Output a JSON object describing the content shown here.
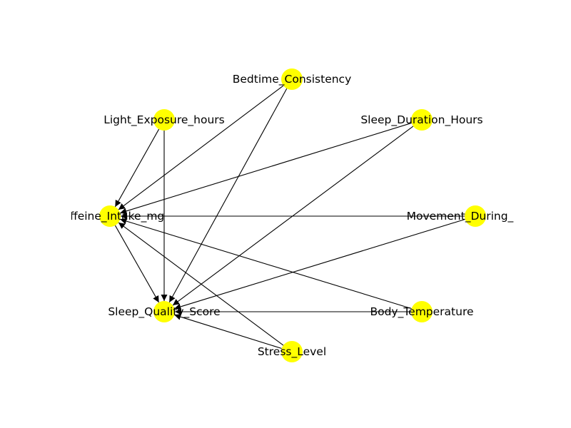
{
  "diagram": {
    "type": "directed-graph",
    "colors": {
      "node_fill": "#ffff00",
      "edge": "#000000",
      "label": "#000000",
      "background": "#ffffff"
    },
    "nodes": [
      {
        "id": "bedtime",
        "label": "Bedtime_Consistency"
      },
      {
        "id": "light",
        "label": "Light_Exposure_hours"
      },
      {
        "id": "duration",
        "label": "Sleep_Duration_Hours"
      },
      {
        "id": "caffeine",
        "label": "Caffeine_Intake_mg"
      },
      {
        "id": "movement",
        "label": "Movement_During_Sleep"
      },
      {
        "id": "quality",
        "label": "Sleep_Quality_Score"
      },
      {
        "id": "bodytemp",
        "label": "Body_Temperature"
      },
      {
        "id": "stress",
        "label": "Stress_Level"
      }
    ],
    "edges": [
      {
        "from": "bedtime",
        "to": "caffeine"
      },
      {
        "from": "bedtime",
        "to": "quality"
      },
      {
        "from": "light",
        "to": "caffeine"
      },
      {
        "from": "light",
        "to": "quality"
      },
      {
        "from": "duration",
        "to": "caffeine"
      },
      {
        "from": "duration",
        "to": "quality"
      },
      {
        "from": "movement",
        "to": "caffeine"
      },
      {
        "from": "movement",
        "to": "quality"
      },
      {
        "from": "bodytemp",
        "to": "caffeine"
      },
      {
        "from": "bodytemp",
        "to": "quality"
      },
      {
        "from": "stress",
        "to": "caffeine"
      },
      {
        "from": "stress",
        "to": "quality"
      },
      {
        "from": "caffeine",
        "to": "quality"
      }
    ]
  }
}
